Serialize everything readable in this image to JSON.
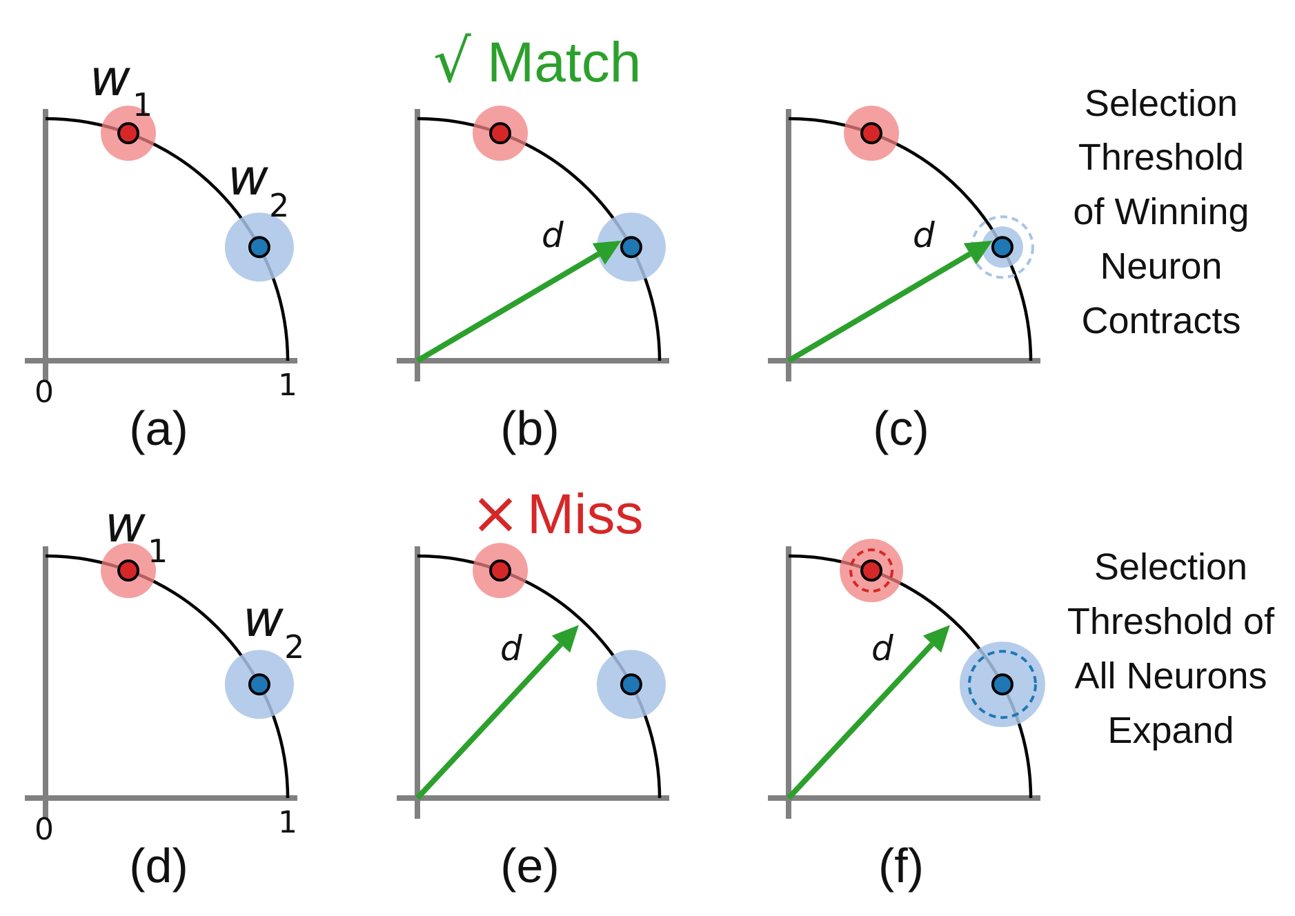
{
  "header_match": {
    "check": "√",
    "text": "Match"
  },
  "header_miss": {
    "cross": "×",
    "text": "Miss"
  },
  "weights": {
    "w1_base": "w",
    "w1_sub": "1",
    "w2_base": "w",
    "w2_sub": "2"
  },
  "axis": {
    "zero": "0",
    "one": "1"
  },
  "vector_label": "d",
  "captions": [
    "(a)",
    "(b)",
    "(c)",
    "(d)",
    "(e)",
    "(f)"
  ],
  "side_notes": {
    "top": [
      "Selection",
      "Threshold",
      "of Winning",
      "Neuron",
      "Contracts"
    ],
    "bottom": [
      "Selection",
      "Threshold of",
      "All Neurons",
      "Expand"
    ]
  },
  "colors": {
    "match": "#2ca02c",
    "miss": "#d62728",
    "axis": "#808080",
    "red_fill": "#f08080",
    "blue_fill": "#a8c4e6",
    "red_point": "#d62728",
    "blue_point": "#1f77b4",
    "arrow": "#2ca02c"
  }
}
